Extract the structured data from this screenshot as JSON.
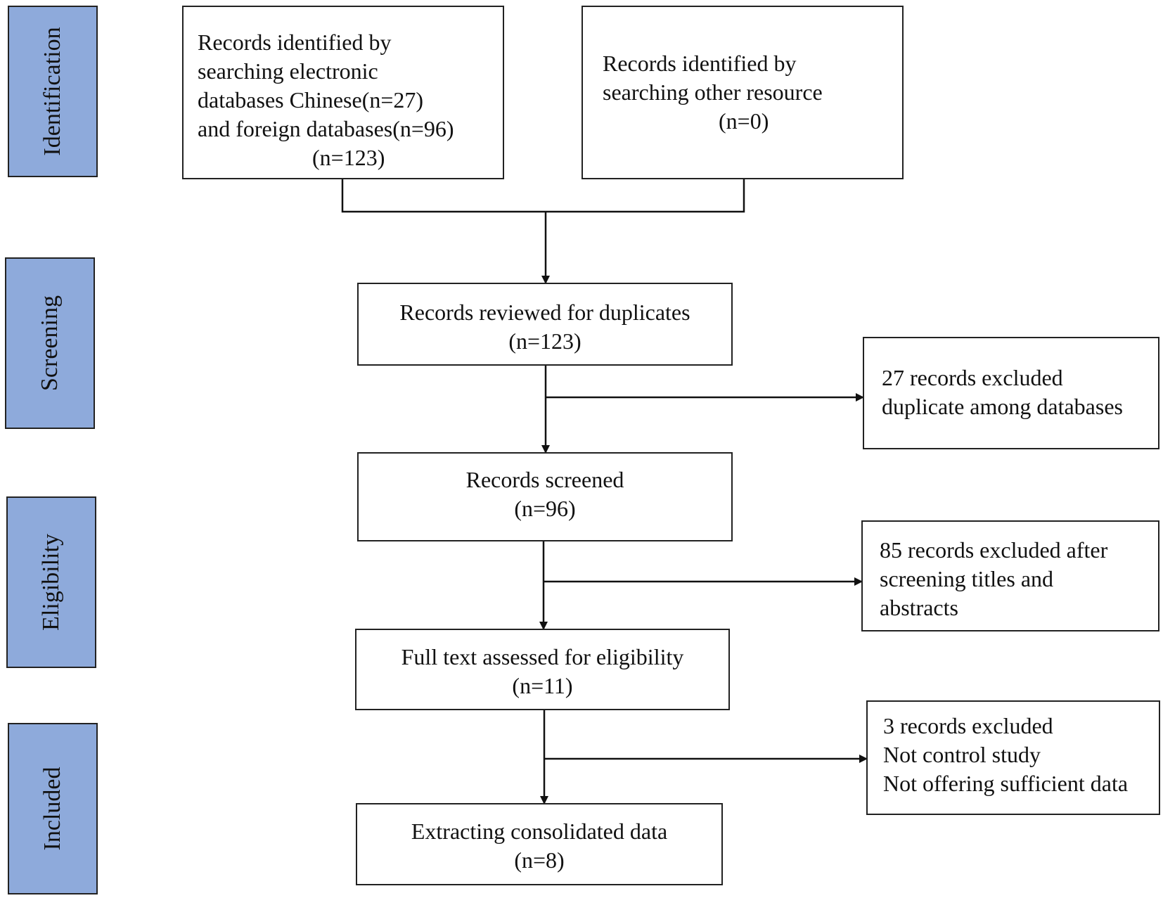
{
  "phases": {
    "identification": "Identification",
    "screening": "Screening",
    "eligibility": "Eligibility",
    "included": "Included"
  },
  "boxes": {
    "databases_search": {
      "lines": [
        "Records identified by",
        "searching electronic",
        "databases Chinese(n=27)",
        "and foreign databases(n=96)",
        "(n=123)"
      ]
    },
    "other_resources": {
      "lines": [
        "Records identified by",
        "searching other resource",
        "(n=0)"
      ]
    },
    "duplicates_review": {
      "lines": [
        "Records reviewed for duplicates",
        "(n=123)"
      ]
    },
    "duplicates_excluded": {
      "lines": [
        "27 records excluded",
        "duplicate among databases"
      ]
    },
    "screened": {
      "lines": [
        "Records screened",
        "(n=96)"
      ]
    },
    "screening_excluded": {
      "lines": [
        "85 records excluded after",
        "screening titles and",
        "abstracts"
      ]
    },
    "full_text": {
      "lines": [
        "Full text assessed for eligibility",
        "(n=11)"
      ]
    },
    "full_text_excluded": {
      "lines": [
        "3 records excluded",
        "Not control study",
        "Not offering sufficient data"
      ]
    },
    "included": {
      "lines": [
        "Extracting consolidated data",
        "(n=8)"
      ]
    }
  }
}
